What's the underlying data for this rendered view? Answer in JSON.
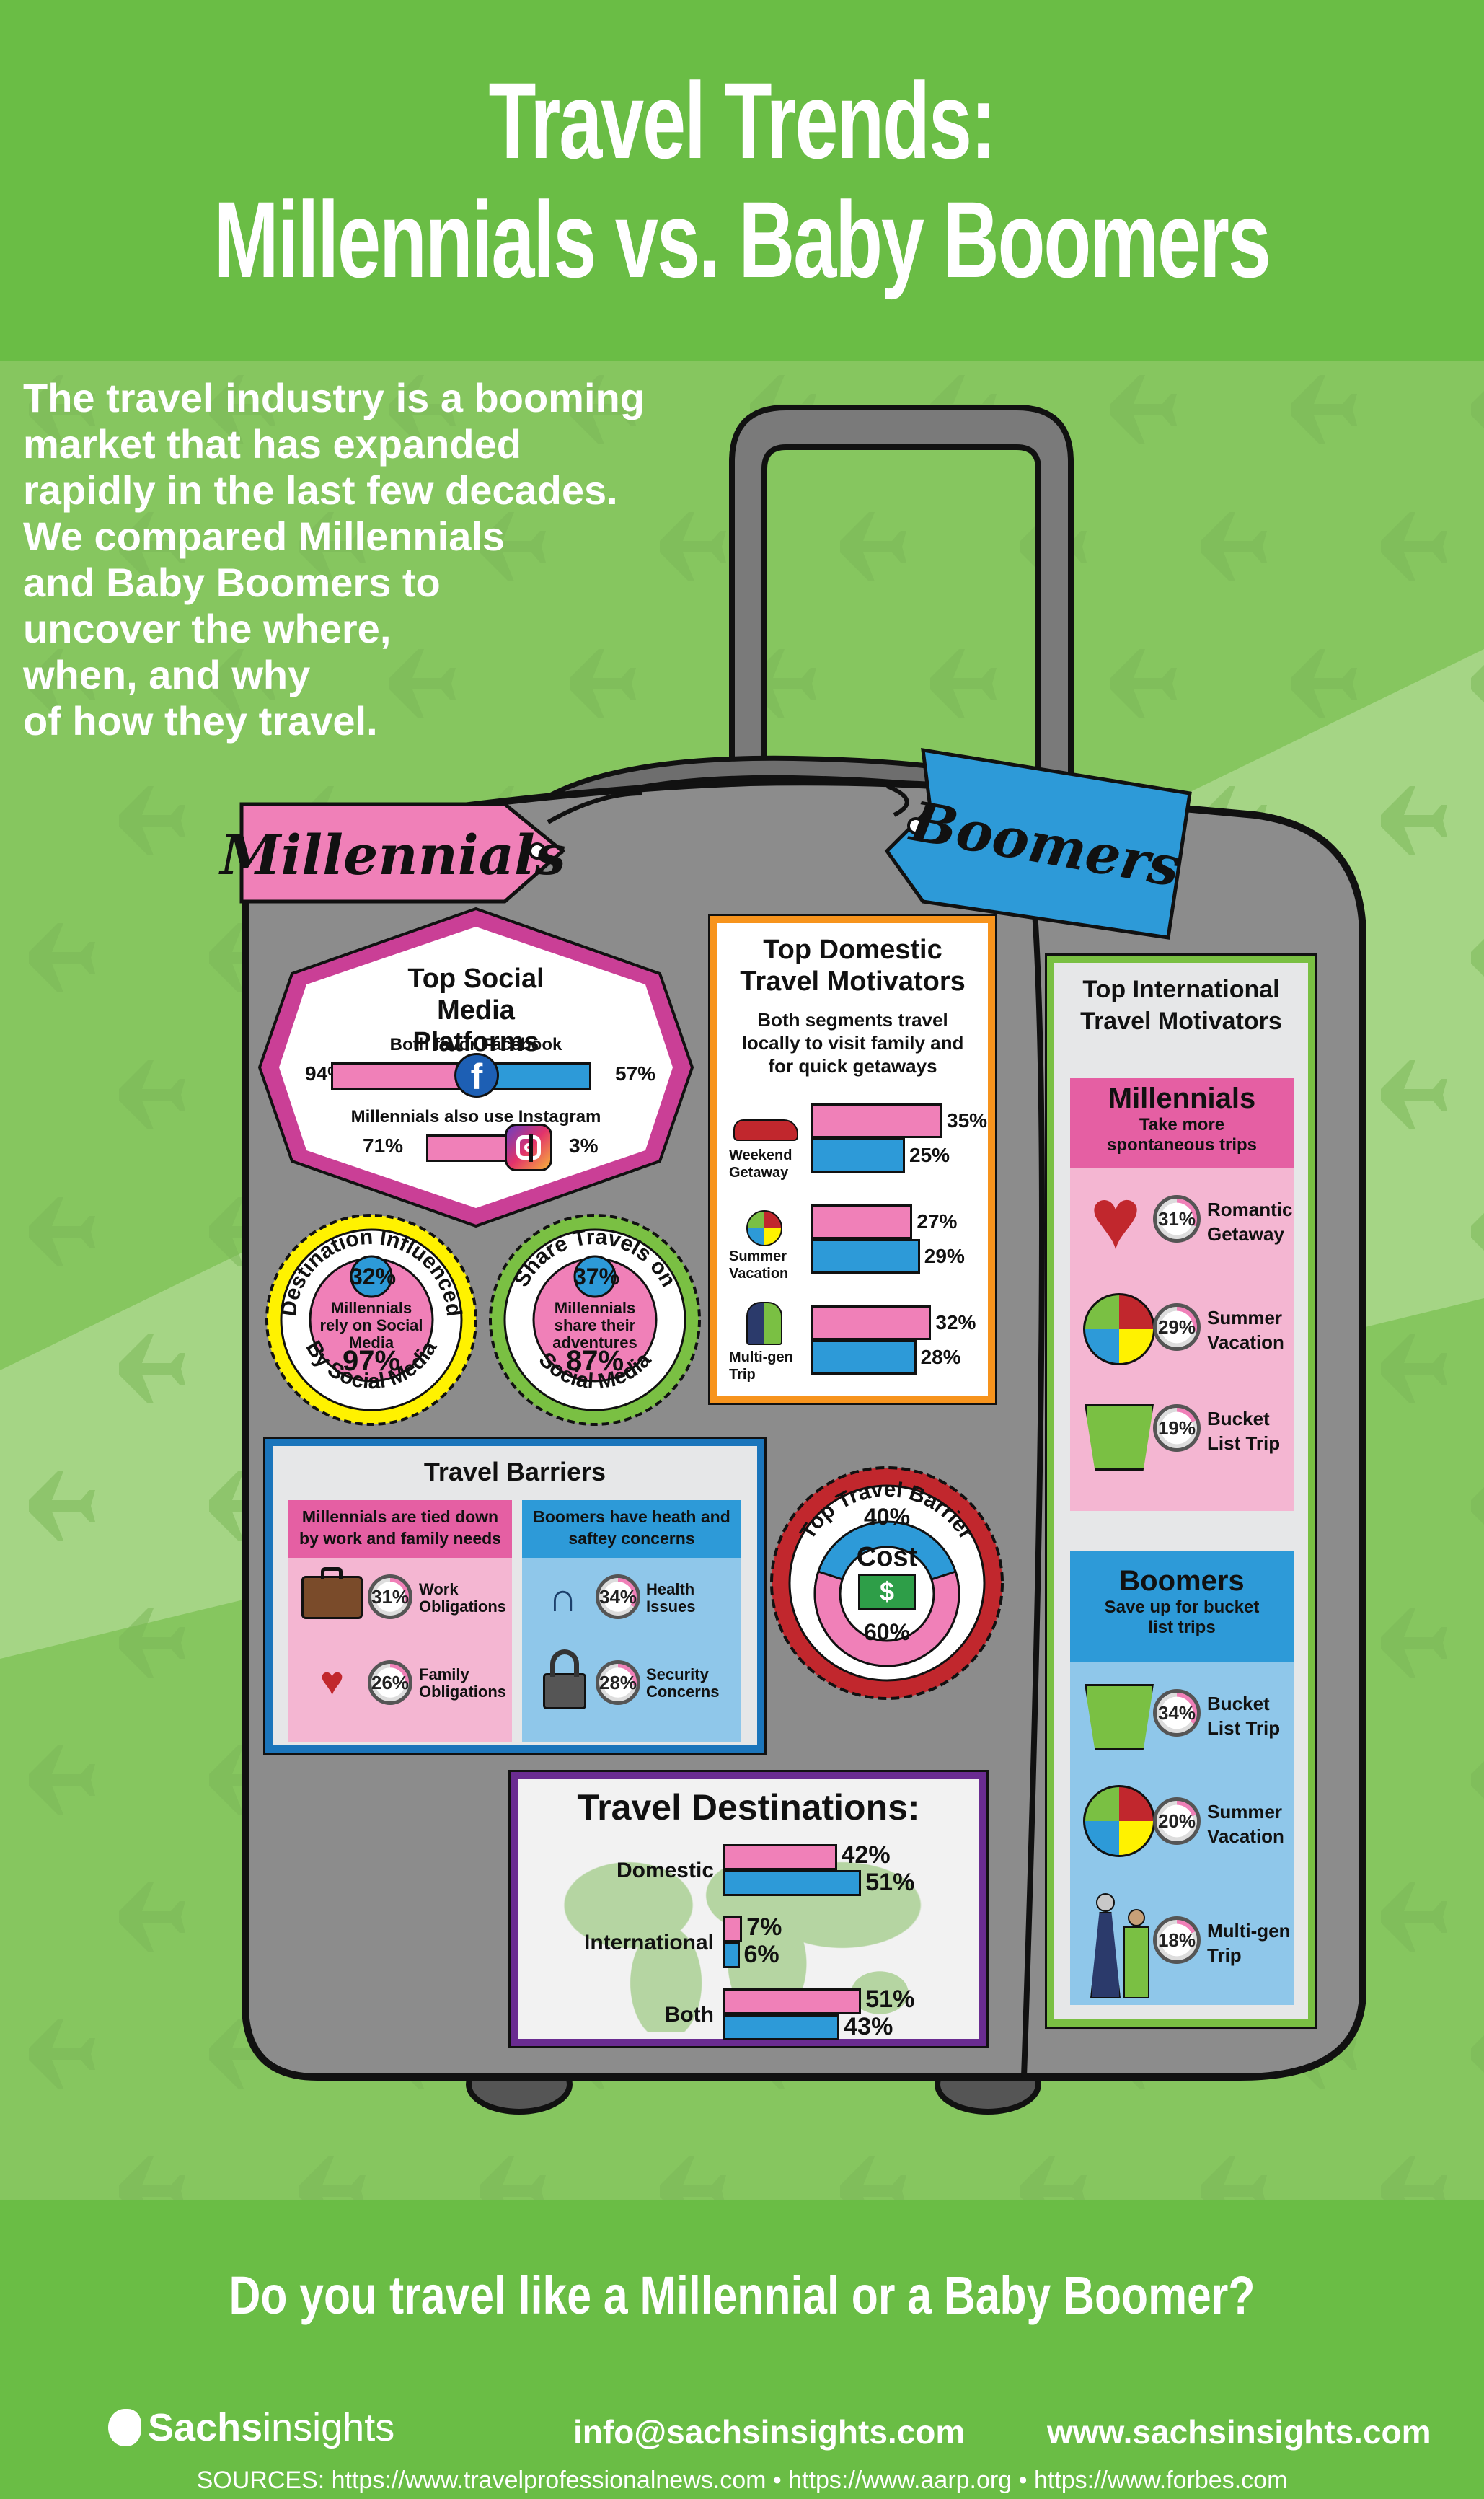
{
  "header": {
    "title_line1": "Travel Trends:",
    "title_line2": "Millennials vs. Baby Boomers"
  },
  "intro": {
    "lines": [
      "The travel industry is a booming",
      "market that has expanded",
      "rapidly in the last few decades.",
      "We compared Millennials",
      "and Baby Boomers to",
      "uncover the where,",
      "when, and why",
      "of how they travel."
    ]
  },
  "tags": {
    "millennials": "Millennials",
    "boomers": "Boomers"
  },
  "social": {
    "title": "Top Social Media Platforms",
    "facebook_caption": "Both favor Facebook",
    "facebook_millennials": "94%",
    "facebook_boomers": "57%",
    "facebook_millennials_value": 94,
    "facebook_boomers_value": 57,
    "instagram_caption": "Millennials also use Instagram",
    "instagram_millennials": "71%",
    "instagram_boomers": "3%",
    "instagram_millennials_value": 71,
    "instagram_boomers_value": 3
  },
  "destination_influenced": {
    "arc_top": "Destination Influenced",
    "arc_bottom": "By Social Media",
    "boomers_pct": "32%",
    "caption": "Millennials rely on Social Media",
    "millennials_pct": "97%"
  },
  "share_travels": {
    "arc_top": "Share Travels on",
    "arc_bottom": "Social Media",
    "boomers_pct": "37%",
    "caption": "Millennials share their adventures",
    "millennials_pct": "87%"
  },
  "domestic_motivators": {
    "title": "Top Domestic Travel Motivators",
    "subtitle": "Both segments travel locally to visit family and for quick getaways",
    "items": [
      {
        "label": "Weekend Getaway",
        "millennials": "35%",
        "boomers": "25%",
        "m_value": 35,
        "b_value": 25
      },
      {
        "label": "Summer Vacation",
        "millennials": "27%",
        "boomers": "29%",
        "m_value": 27,
        "b_value": 29
      },
      {
        "label": "Multi-gen Trip",
        "millennials": "32%",
        "boomers": "28%",
        "m_value": 32,
        "b_value": 28
      }
    ]
  },
  "barriers": {
    "title": "Travel Barriers",
    "millennials_heading": "Millennials are tied down by work and family needs",
    "boomers_heading": "Boomers have heath and saftey concerns",
    "millennials_items": [
      {
        "label": "Work Obligations",
        "pct": "31%",
        "value": 31,
        "icon": "briefcase-icon"
      },
      {
        "label": "Family Obligations",
        "pct": "26%",
        "value": 26,
        "icon": "heart-hands-icon"
      }
    ],
    "boomers_items": [
      {
        "label": "Health Issues",
        "pct": "34%",
        "value": 34,
        "icon": "stethoscope-icon"
      },
      {
        "label": "Security Concerns",
        "pct": "28%",
        "value": 28,
        "icon": "padlock-icon"
      }
    ]
  },
  "top_barrier": {
    "arc_text": "Top Travel Barrier",
    "boomers_pct": "40%",
    "label": "Cost",
    "millennials_pct": "60%",
    "boomers_value": 40,
    "millennials_value": 60
  },
  "international": {
    "title": "Top International Travel Motivators",
    "millennials_heading": "Millennials",
    "millennials_sub": "Take more spontaneous trips",
    "millennials_items": [
      {
        "label": "Romantic Getaway",
        "pct": "31%",
        "value": 31,
        "icon": "heart-icon"
      },
      {
        "label": "Summer Vacation",
        "pct": "29%",
        "value": 29,
        "icon": "beach-ball-icon"
      },
      {
        "label": "Bucket List Trip",
        "pct": "19%",
        "value": 19,
        "icon": "bucket-icon"
      }
    ],
    "boomers_heading": "Boomers",
    "boomers_sub": "Save up for bucket list trips",
    "boomers_items": [
      {
        "label": "Bucket List Trip",
        "pct": "34%",
        "value": 34,
        "icon": "bucket-icon"
      },
      {
        "label": "Summer Vacation",
        "pct": "20%",
        "value": 20,
        "icon": "beach-ball-icon"
      },
      {
        "label": "Multi-gen Trip",
        "pct": "18%",
        "value": 18,
        "icon": "family-icon"
      }
    ]
  },
  "destinations": {
    "title": "Travel Destinations:",
    "items": [
      {
        "label": "Domestic",
        "millennials": "42%",
        "boomers": "51%",
        "m_value": 42,
        "b_value": 51
      },
      {
        "label": "International",
        "millennials": "7%",
        "boomers": "6%",
        "m_value": 7,
        "b_value": 6
      },
      {
        "label": "Both",
        "millennials": "51%",
        "boomers": "43%",
        "m_value": 51,
        "b_value": 43
      }
    ]
  },
  "footer": {
    "question": "Do you travel like a Millennial or a Baby Boomer?",
    "brand_bold": "Sachs",
    "brand_light": "insights",
    "email": "info@sachsinsights.com",
    "website": "www.sachsinsights.com",
    "sources": "SOURCES: https://www.travelprofessionalnews.com • https://www.aarp.org • https://www.forbes.com"
  },
  "colors": {
    "green_header": "#6abd45",
    "green_bg": "#a5d585",
    "millennials_pink": "#f080b8",
    "boomers_blue": "#2d9ad8",
    "luggage_gray": "#8c8c8c",
    "orange_border": "#f7941d",
    "purple_border": "#6a2c91"
  }
}
